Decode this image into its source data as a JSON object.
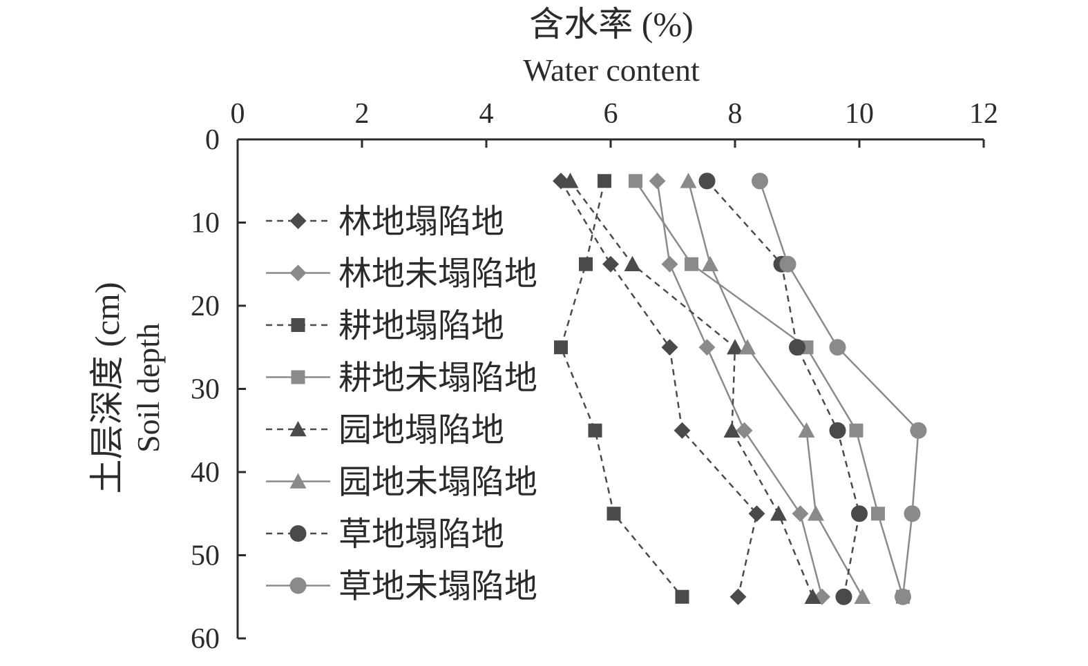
{
  "chart_data": {
    "type": "line",
    "title": "",
    "xlabel_cn": "含水率 (%)",
    "xlabel_en": "Water content",
    "ylabel_cn": "土层深度 (cm)",
    "ylabel_en": "Soil depth",
    "x_axis_position": "top",
    "y_axis_inverted": true,
    "xlim": [
      0,
      12
    ],
    "ylim": [
      0,
      60
    ],
    "x_ticks": [
      "0",
      "2",
      "4",
      "6",
      "8",
      "10",
      "12"
    ],
    "y_ticks": [
      "0",
      "10",
      "20",
      "30",
      "40",
      "50",
      "60"
    ],
    "depths": [
      5,
      15,
      25,
      35,
      45,
      55
    ],
    "legend_position": "left inside",
    "grid": false,
    "colors": {
      "dark": "#4a4a4a",
      "light": "#8a8a8a"
    },
    "series": [
      {
        "name": "林地塌陷地",
        "marker": "diamond",
        "style": "dashed",
        "color": "dark",
        "values": [
          5.2,
          6.0,
          6.95,
          7.15,
          8.35,
          8.05
        ]
      },
      {
        "name": "林地未塌陷地",
        "marker": "diamond",
        "style": "solid",
        "color": "light",
        "values": [
          6.75,
          6.95,
          7.55,
          8.15,
          9.05,
          9.4
        ]
      },
      {
        "name": "耕地塌陷地",
        "marker": "square",
        "style": "dashed",
        "color": "dark",
        "values": [
          5.9,
          5.6,
          5.2,
          5.75,
          6.05,
          7.15
        ]
      },
      {
        "name": "耕地未塌陷地",
        "marker": "square",
        "style": "solid",
        "color": "light",
        "values": [
          6.4,
          7.3,
          9.15,
          9.95,
          10.3,
          10.7
        ]
      },
      {
        "name": "园地塌陷地",
        "marker": "triangle",
        "style": "dashed",
        "color": "dark",
        "values": [
          5.35,
          6.35,
          8.0,
          7.95,
          8.7,
          9.25
        ]
      },
      {
        "name": "园地未塌陷地",
        "marker": "triangle",
        "style": "solid",
        "color": "light",
        "values": [
          7.25,
          7.6,
          8.2,
          9.15,
          9.3,
          10.05
        ]
      },
      {
        "name": "草地塌陷地",
        "marker": "circle",
        "style": "dashed",
        "color": "dark",
        "values": [
          7.55,
          8.75,
          9.0,
          9.65,
          10.0,
          9.75
        ]
      },
      {
        "name": "草地未塌陷地",
        "marker": "circle",
        "style": "solid",
        "color": "light",
        "values": [
          8.4,
          8.85,
          9.65,
          10.95,
          10.85,
          10.7
        ]
      }
    ]
  }
}
